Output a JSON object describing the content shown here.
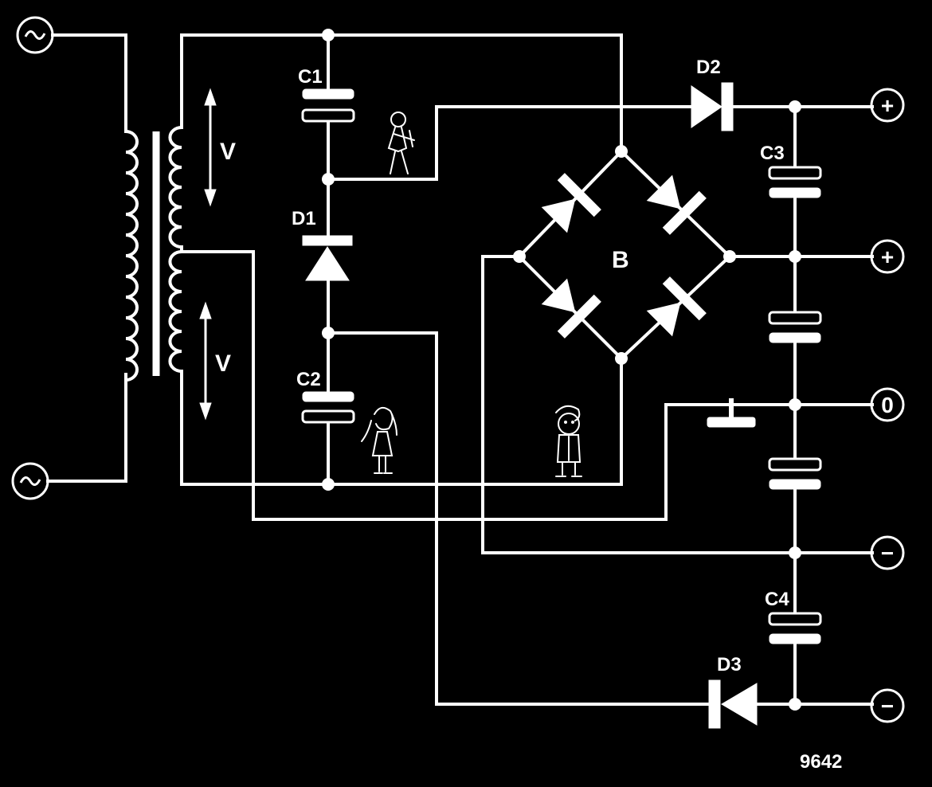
{
  "labels": {
    "c1": "C1",
    "c2": "C2",
    "c3": "C3",
    "c4": "C4",
    "d1": "D1",
    "d2": "D2",
    "d3": "D3",
    "bridge": "B",
    "v_upper": "V",
    "v_lower": "V",
    "code": "9642"
  },
  "terminals": {
    "out1": "+",
    "out2": "+",
    "out3": "0",
    "out4": "−",
    "out5": "−"
  }
}
